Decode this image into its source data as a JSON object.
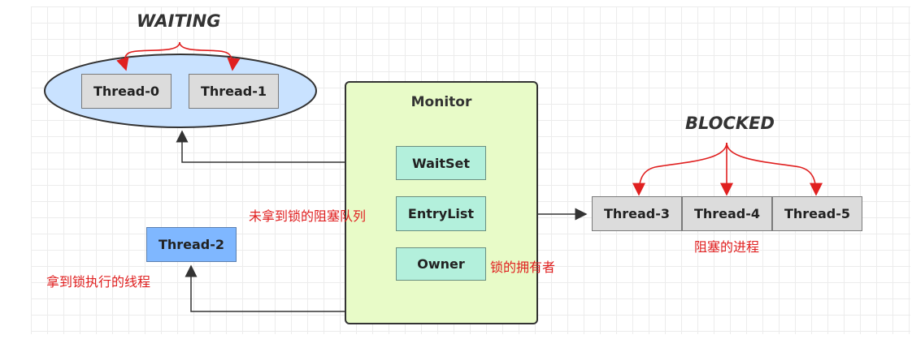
{
  "states": {
    "waiting": "WAITING",
    "blocked": "BLOCKED"
  },
  "monitor": {
    "title": "Monitor",
    "waitset": "WaitSet",
    "entrylist": "EntryList",
    "owner": "Owner"
  },
  "threads": {
    "t0": "Thread-0",
    "t1": "Thread-1",
    "t2": "Thread-2",
    "t3": "Thread-3",
    "t4": "Thread-4",
    "t5": "Thread-5"
  },
  "notes": {
    "entrylist_note": "未拿到锁的阻塞队列",
    "owner_note": "锁的拥有者",
    "thread2_note": "拿到锁执行的线程",
    "blocked_note": "阻塞的进程"
  },
  "colors": {
    "annotation": "#e02020",
    "waiting_ellipse": "#c9e2ff",
    "monitor_fill": "#e8fbc8",
    "mint_box": "#b3f0dc",
    "owner_thread": "#7fb7ff"
  }
}
